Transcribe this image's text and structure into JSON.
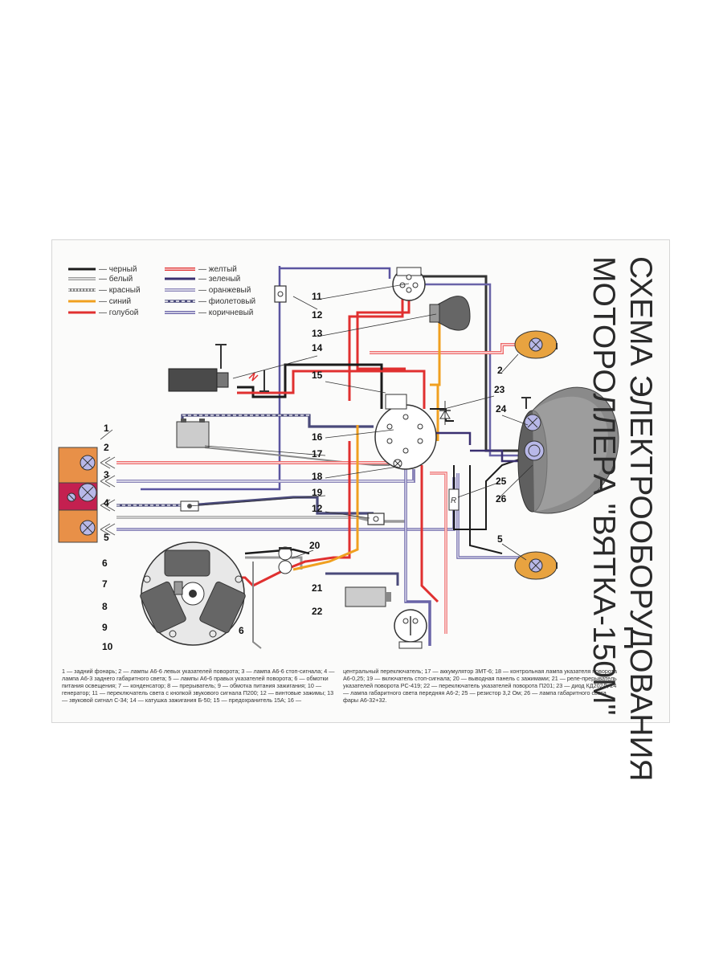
{
  "title": {
    "line1": "СХЕМА ЭЛЕКТРООБОРУДОВАНИЯ",
    "line2": "МОТОРОЛЛЕРА \"ВЯТКА-150М\""
  },
  "legend": {
    "items": [
      {
        "label": "— черный",
        "color": "#1b1b1b",
        "style": "solid"
      },
      {
        "label": "— белый",
        "color": "#9a9a9a",
        "style": "double"
      },
      {
        "label": "— красный",
        "color": "#c9c9c9",
        "style": "hatched"
      },
      {
        "label": "— синий",
        "color": "#f0a020",
        "style": "solid"
      },
      {
        "label": "— голубой",
        "color": "#e03030",
        "style": "solid"
      },
      {
        "label": "— желтый",
        "color": "#ee6a6a",
        "style": "double"
      },
      {
        "label": "— зеленый",
        "color": "#3a3070",
        "style": "solid"
      },
      {
        "label": "— оранжевый",
        "color": "#8a84b8",
        "style": "double"
      },
      {
        "label": "— фиолетовый",
        "color": "#4a4a7a",
        "style": "dashed"
      },
      {
        "label": "— коричневый",
        "color": "#6a64a8",
        "style": "double"
      }
    ]
  },
  "numbers": [
    "1",
    "2",
    "3",
    "4",
    "5",
    "6",
    "7",
    "8",
    "9",
    "10",
    "11",
    "12",
    "13",
    "14",
    "15",
    "16",
    "17",
    "18",
    "19",
    "12",
    "20",
    "21",
    "22",
    "23",
    "24",
    "25",
    "26",
    "2",
    "5",
    "6"
  ],
  "resistor_letter": "R",
  "caption": {
    "left": "1 — задний фонарь; 2 — лампы А6-6 левых указателей поворота; 3 — лампа А6-6 стоп-сигнала; 4 — лампа А6-3 заднего габаритного света; 5 — лампы А6-6 правых указателей поворота; 6 — обмотки питания освещения; 7 — конденсатор; 8 — прерыватель; 9 — обмотка питания зажигания; 10 — генератор; 11 — переключатель света с кнопкой звукового сигнала П200; 12 — винтовые зажимы; 13 — звуковой сигнал С-34; 14 — катушка зажигания Б-50; 15 — предохранитель 15А; 16 —",
    "right": "центральный переключатель; 17 — аккумулятор 3МТ-6; 18 — контрольная лампа указателя поворота А6-0,25; 19 — включатель стоп-сигнала; 20 — выводная панель с зажимами; 21 — реле-прерыватель указателей поворота РС-419; 22 — переключатель указателей поворота П201; 23 — диод КД202Л; 24 — лампа габаритного света передняя А6-2; 25 — резистор 3,2 Ом; 26 — лампа габаритного света фары А6-32+32."
  }
}
